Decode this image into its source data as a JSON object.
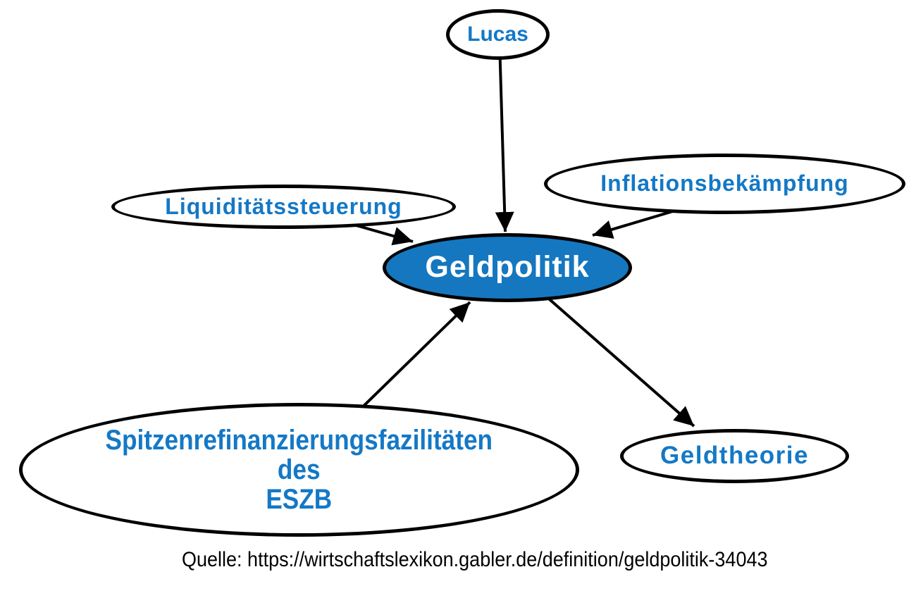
{
  "diagram": {
    "type": "concept-map",
    "nodes": {
      "lucas": {
        "label": "Lucas"
      },
      "liquiditaetssteuerung": {
        "label": "Liquiditätssteuerung"
      },
      "inflationsbekaempfung": {
        "label": "Inflationsbekämpfung"
      },
      "geldpolitik": {
        "label": "Geldpolitik",
        "emphasis": "primary"
      },
      "spitzenrefinanzierungsfazilitaeten_des_eszb": {
        "label": "Spitzenrefinanzierungsfazilitäten\ndes\nESZB"
      },
      "geldtheorie": {
        "label": "Geldtheorie"
      }
    },
    "edges": [
      {
        "from": "Lucas",
        "to": "Geldpolitik"
      },
      {
        "from": "Liquiditätssteuerung",
        "to": "Geldpolitik"
      },
      {
        "from": "Inflationsbekämpfung",
        "to": "Geldpolitik"
      },
      {
        "from": "Spitzenrefinanzierungsfazilitäten des ESZB",
        "to": "Geldpolitik"
      },
      {
        "from": "Geldpolitik",
        "to": "Geldtheorie"
      }
    ],
    "caption": "Quelle: https://wirtschaftslexikon.gabler.de/definition/geldpolitik-34043"
  },
  "colors": {
    "node-text": "#1478c6",
    "node-fill": "#ffffff",
    "primary-fill": "#1577bf",
    "primary-text": "#ffffff",
    "stroke": "#000000",
    "background": "#ffffff"
  }
}
